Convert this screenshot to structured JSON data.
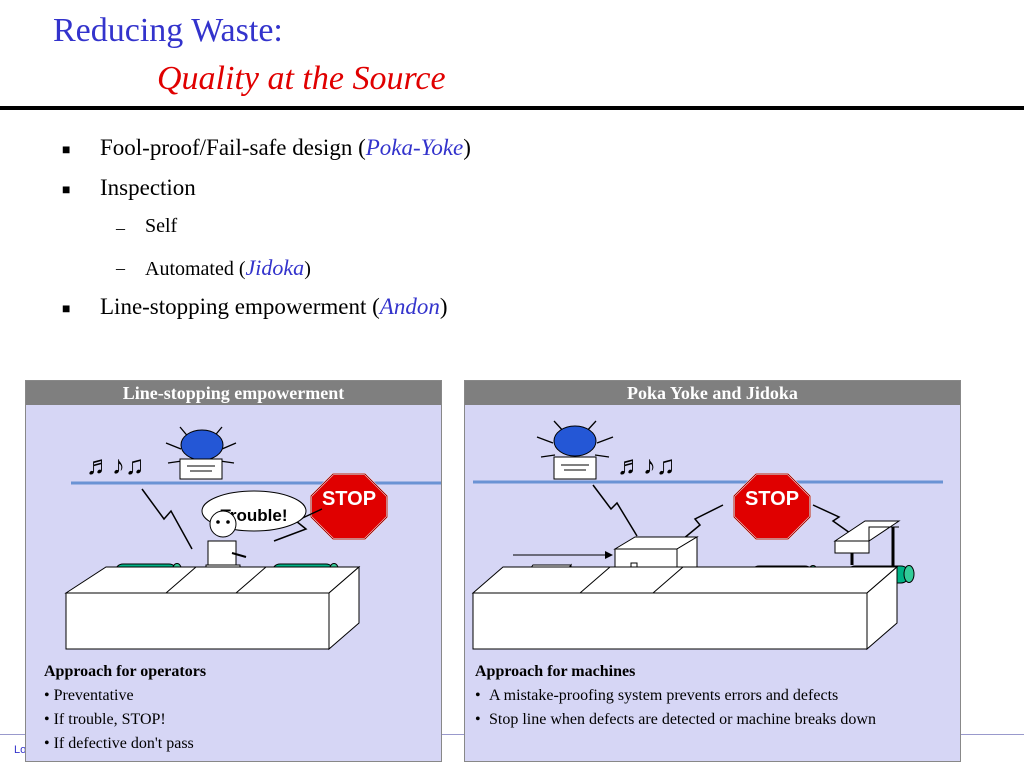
{
  "title": {
    "line1": "Reducing Waste:",
    "line2": "Quality at the Source"
  },
  "bullets": [
    {
      "text": "Fool-proof/Fail-safe design (",
      "em": "Poka-Yoke",
      "close": ")"
    },
    {
      "text": "Inspection"
    },
    {
      "text": "Line-stopping empowerment (",
      "em": "Andon",
      "close": ")"
    }
  ],
  "subbullets": [
    {
      "text": "Self"
    },
    {
      "text": "Automated (",
      "em": "Jidoka",
      "close": ")"
    }
  ],
  "left_panel": {
    "header": "Line-stopping empowerment",
    "stop_label": "STOP",
    "speech": "Trouble!",
    "heading": "Approach for operators",
    "items": [
      "• Preventative",
      "• If trouble, STOP!",
      "• If defective don't pass"
    ]
  },
  "right_panel": {
    "header": "Poka Yoke and Jidoka",
    "stop_label": "STOP",
    "heading": "Approach for machines",
    "items": [
      "A mistake-proofing system prevents errors and defects",
      "Stop line when defects are detected or machine breaks down"
    ]
  },
  "footer": {
    "text": "Lo"
  },
  "colors": {
    "title_blue": "#3333cc",
    "title_red": "#e00000",
    "panel_bg": "#d6d6f5",
    "stop_red": "#e00000",
    "roller_green": "#00b386",
    "lamp_blue": "#2457d6"
  }
}
